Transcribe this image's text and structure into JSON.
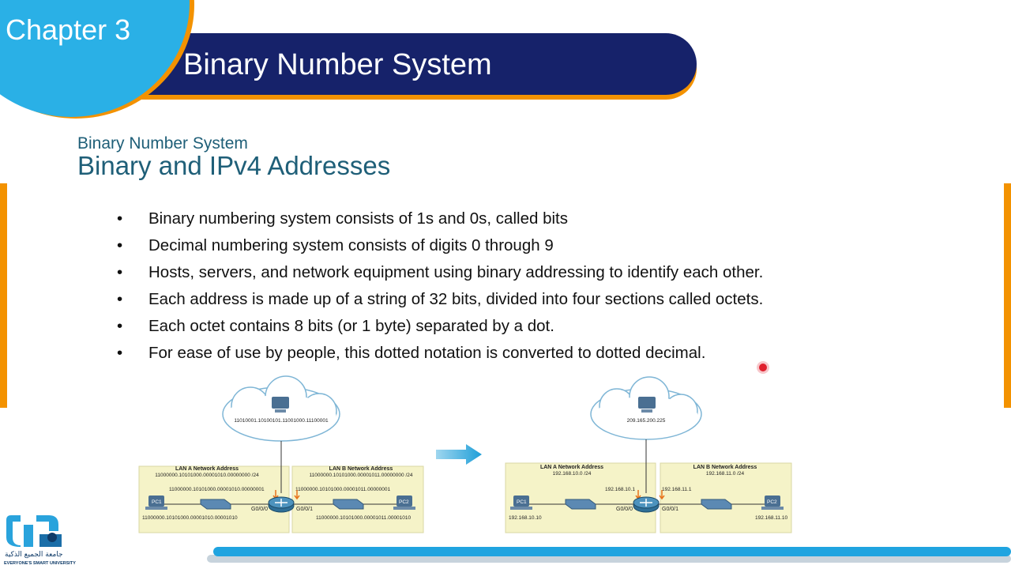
{
  "header": {
    "chapter": "Chapter 3",
    "title": "Binary Number System"
  },
  "content": {
    "kicker": "Binary Number System",
    "heading": "Binary and IPv4 Addresses",
    "bullets": [
      "Binary numbering system consists of 1s and 0s, called bits",
      "Decimal numbering system consists of digits 0 through 9",
      "Hosts, servers, and network equipment using binary addressing to identify each other.",
      "Each address is made up of a string of 32 bits, divided into four sections called octets.",
      "Each octet contains 8 bits (or 1 byte) separated by a dot.",
      "For ease of use by people, this dotted notation is converted to dotted decimal."
    ],
    "bullet_symbol": "•"
  },
  "diagram_binary": {
    "server_ip": "11010001.10100101.11001000.11100001",
    "lan_a_title": "LAN A Network Address",
    "lan_a_addr": "11000000.10101000.00001010.00000000 /24",
    "lan_b_title": "LAN B Network Address",
    "lan_b_addr": "11000000.10101000.00001011.00000000 /24",
    "router_a_ip": "11000000.10101000.00001010.00000001",
    "router_b_ip": "11000000.10101000.00001011.00000001",
    "pc1_label": "PC1",
    "pc2_label": "PC2",
    "pc1_ip": "11000000.10101000.00001010.00001010",
    "pc2_ip": "11000000.10101000.00001011.00001010",
    "port_a": "G0/0/0",
    "port_b": "G0/0/1"
  },
  "diagram_decimal": {
    "server_ip": "209.165.200.225",
    "lan_a_title": "LAN A Network Address",
    "lan_a_addr": "192.168.10.0 /24",
    "lan_b_title": "LAN B Network Address",
    "lan_b_addr": "192.168.11.0 /24",
    "router_a_ip": "192.168.10.1",
    "router_b_ip": "192.168.11.1",
    "pc1_label": "PC1",
    "pc2_label": "PC2",
    "pc1_ip": "192.168.10.10",
    "pc2_ip": "192.168.11.10",
    "port_a": "G0/0/0",
    "port_b": "G0/0/1"
  },
  "logo": {
    "arabic_name": "جامعة الجميع الذكية",
    "english_name": "EVERYONE'S SMART UNIVERSITY"
  },
  "colors": {
    "navy": "#16226a",
    "cyan": "#2ab0e6",
    "orange": "#f39200",
    "heading_teal": "#1f5f78"
  }
}
